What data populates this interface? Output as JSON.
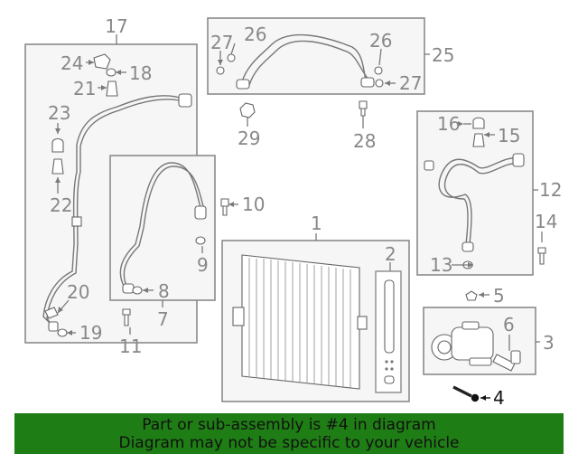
{
  "callouts": {
    "c1": "1",
    "c2": "2",
    "c3": "3",
    "c4": "4",
    "c5": "5",
    "c6": "6",
    "c7": "7",
    "c8": "8",
    "c9": "9",
    "c10": "10",
    "c11": "11",
    "c12": "12",
    "c13": "13",
    "c14": "14",
    "c15": "15",
    "c16": "16",
    "c17": "17",
    "c18": "18",
    "c19": "19",
    "c20": "20",
    "c21": "21",
    "c22": "22",
    "c23": "23",
    "c24": "24",
    "c25": "25",
    "c26a": "26",
    "c26b": "26",
    "c27a": "27",
    "c27b": "27",
    "c28": "28",
    "c29": "29"
  },
  "banner": {
    "line1": "Part or sub-assembly is #4 in diagram",
    "line2": "Diagram may not be specific to your vehicle",
    "color": "#1f7d15"
  },
  "highlight_part": "4"
}
